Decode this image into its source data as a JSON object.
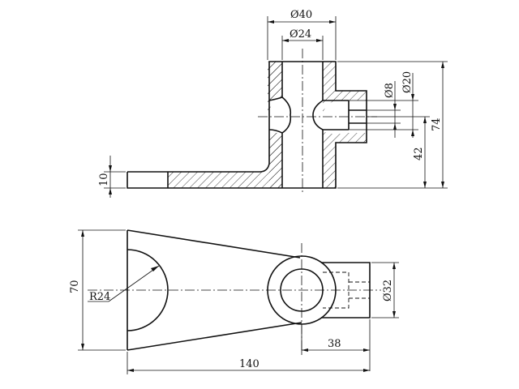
{
  "front_view": {
    "dim_top_outer": "Ø40",
    "dim_top_inner": "Ø24",
    "dim_side_small": "Ø8",
    "dim_side_large": "Ø20",
    "dim_base_thickness": "10",
    "dim_hole_height": "42",
    "dim_total_height": "74"
  },
  "top_view": {
    "dim_width": "70",
    "dim_radius": "R24",
    "dim_boss": "Ø32",
    "dim_offset": "38",
    "dim_length": "140"
  }
}
